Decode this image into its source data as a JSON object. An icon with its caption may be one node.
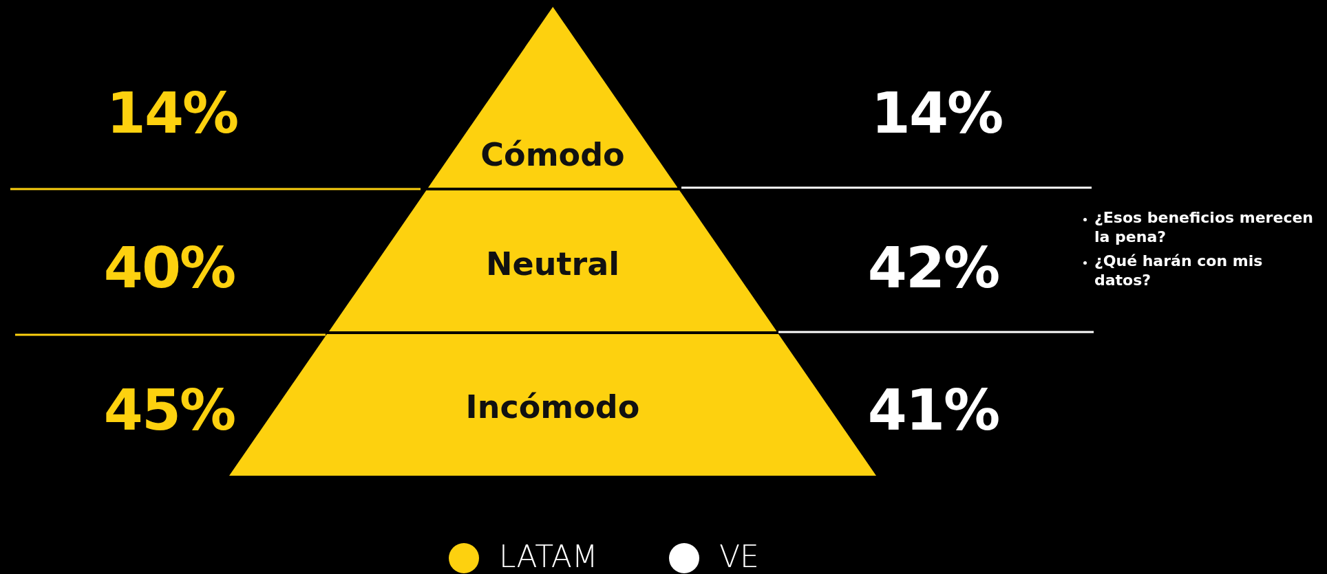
{
  "diagram": {
    "nodes": [
      {
        "text": [
          "Cómodo"
        ]
      },
      {
        "text": [
          "Neutral"
        ]
      },
      {
        "text": [
          "Incómodo"
        ]
      }
    ],
    "labels": [
      "14%",
      "14%",
      "40%",
      "42%",
      "¿Esos beneficios merecen la pena?",
      "¿Qué harán con mis datos?",
      "45%",
      "41%"
    ],
    "legend": [
      {
        "text": "LATAM",
        "color": "#fdd10f"
      },
      {
        "text": "VE",
        "color": "#ffffff"
      }
    ]
  }
}
